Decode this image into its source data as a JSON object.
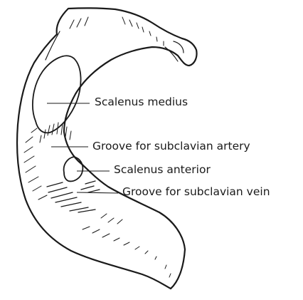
{
  "labels": {
    "scalenus_medius": "Scalenus medius",
    "groove_artery": "Groove for subclavian artery",
    "scalenus_anterior": "Scalenus anterior",
    "groove_vein": "Groove for subclavian vein"
  },
  "colors": {
    "ink": "#1a1a1a",
    "background": "#ffffff"
  }
}
